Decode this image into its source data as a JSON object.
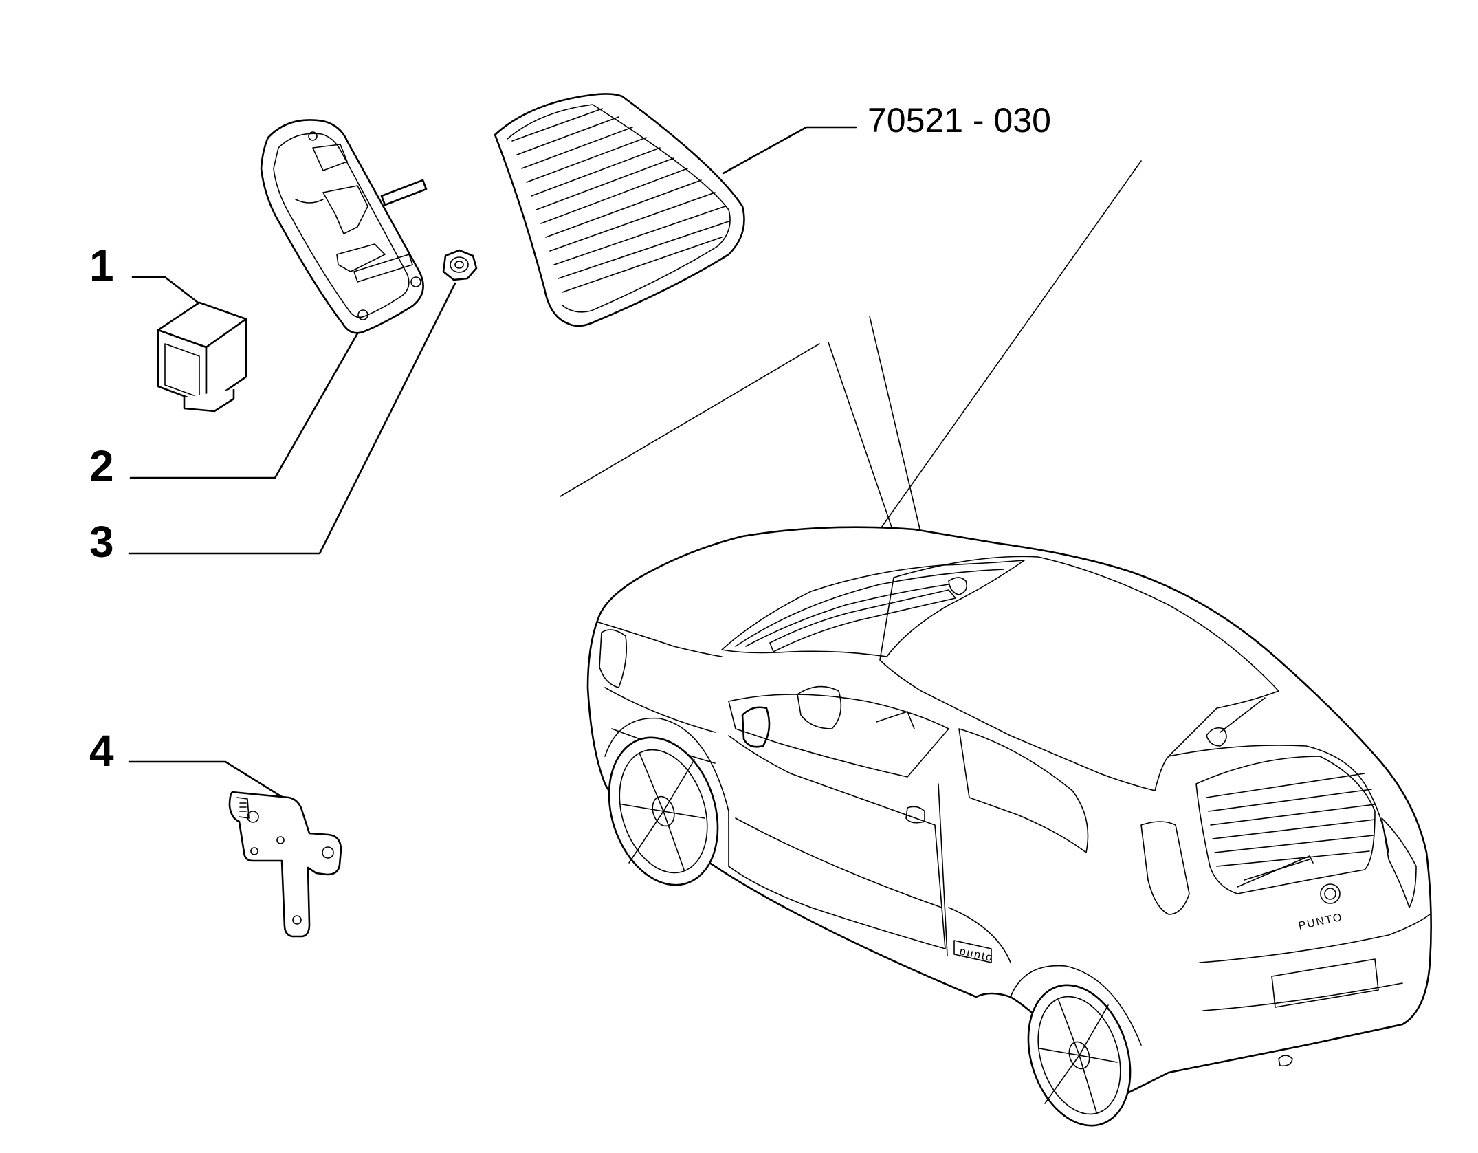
{
  "reference_code": "70521 - 030",
  "callouts": [
    {
      "number": "1"
    },
    {
      "number": "2"
    },
    {
      "number": "3"
    },
    {
      "number": "4"
    }
  ],
  "car_badges": {
    "rear": "PUNTO",
    "side": "punto"
  }
}
